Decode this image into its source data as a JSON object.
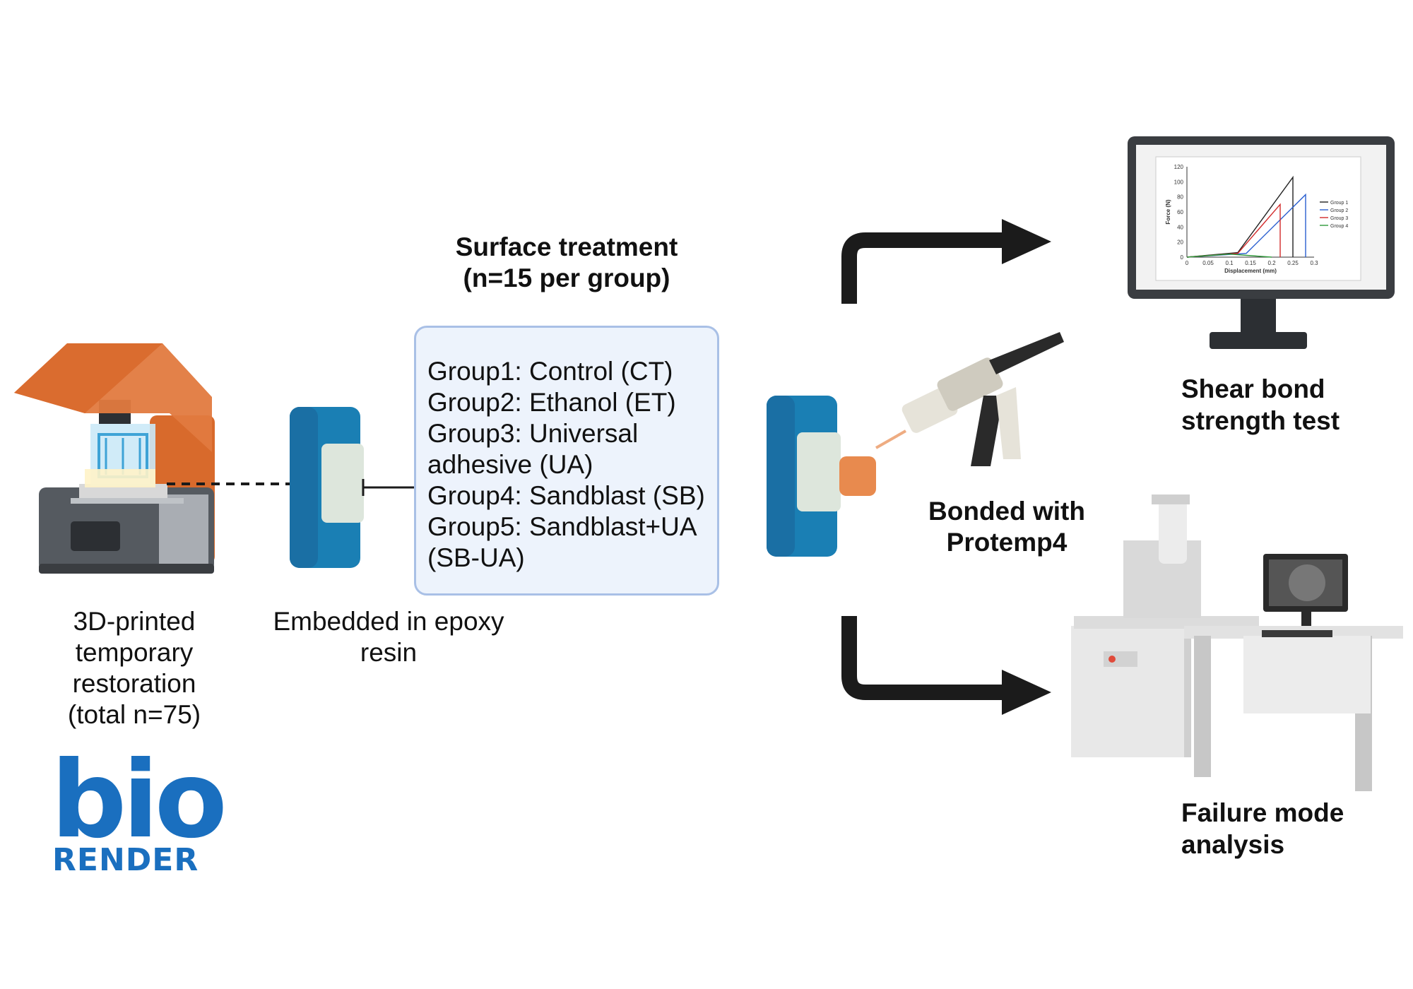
{
  "printer": {
    "label_lines": [
      "3D-printed",
      "temporary",
      "restoration",
      "(total n=75)"
    ]
  },
  "embedding": {
    "label_lines": [
      "Embedded in epoxy",
      "resin"
    ]
  },
  "treatment": {
    "title_lines": [
      "Surface treatment",
      "(n=15 per group)"
    ],
    "groups_text": "Group1: Control (CT)\nGroup2: Ethanol (ET)\nGroup3: Universal\nadhesive (UA)\nGroup4: Sandblast (SB)\nGroup5: Sandblast+UA\n(SB-UA)"
  },
  "bonding": {
    "label_lines": [
      "Bonded with",
      "Protemp4"
    ]
  },
  "shear_test": {
    "label_lines": [
      "Shear bond",
      "strength test"
    ]
  },
  "failure": {
    "label_lines": [
      "Failure mode",
      "analysis"
    ]
  },
  "logo": {
    "top": "bio",
    "bottom": "RENDER"
  },
  "colors": {
    "accent_blue": "#1a6fbf",
    "block_blue": "#1a7fb4",
    "printer_orange": "#e27a3f",
    "arrow_black": "#1b1b1b"
  },
  "chart_data": {
    "type": "line",
    "xlabel": "Displacement (mm)",
    "ylabel": "Force (N)",
    "xlim": [
      0,
      0.3
    ],
    "ylim": [
      0,
      120
    ],
    "x_ticks": [
      "0",
      "0.05",
      "0.1",
      "0.15",
      "0.2",
      "0.25",
      "0.3"
    ],
    "y_ticks": [
      "0",
      "20",
      "40",
      "60",
      "80",
      "100",
      "120"
    ],
    "legend_position": "right",
    "series": [
      {
        "name": "Group 1",
        "color": "#222222",
        "x": [
          0,
          0.12,
          0.25,
          0.25
        ],
        "y": [
          0,
          6,
          106,
          0
        ]
      },
      {
        "name": "Group 2",
        "color": "#2a5fd0",
        "x": [
          0,
          0.14,
          0.28,
          0.28
        ],
        "y": [
          0,
          5,
          83,
          0
        ]
      },
      {
        "name": "Group 3",
        "color": "#d22a2a",
        "x": [
          0,
          0.12,
          0.22,
          0.22
        ],
        "y": [
          0,
          5,
          70,
          0
        ]
      },
      {
        "name": "Group 4",
        "color": "#2f9a3a",
        "x": [
          0,
          0.1,
          0.2,
          0.2
        ],
        "y": [
          0,
          4,
          0,
          0
        ]
      }
    ]
  }
}
